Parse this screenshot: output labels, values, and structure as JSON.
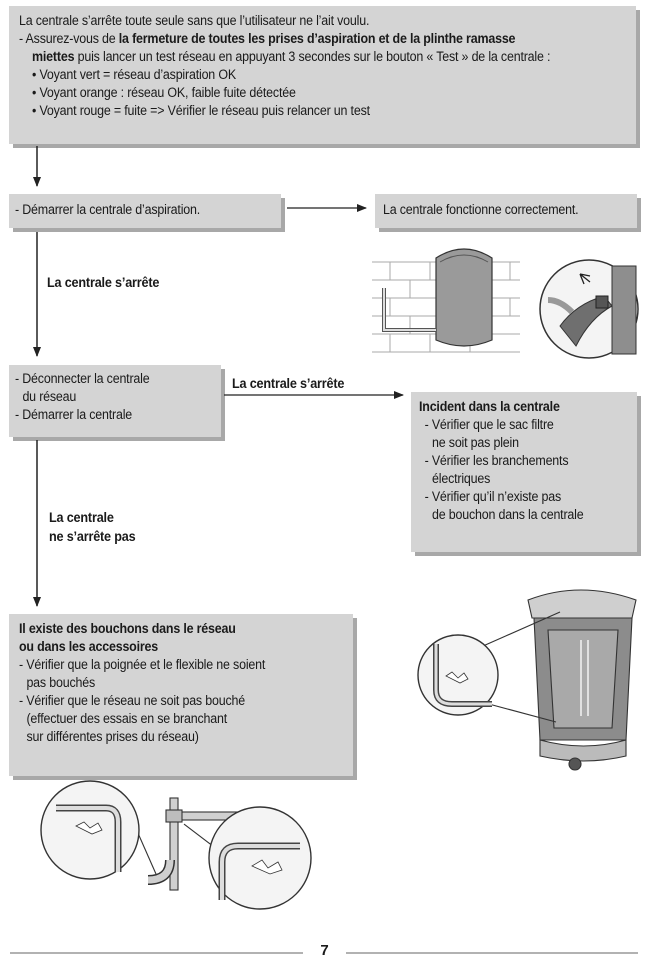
{
  "top_box": {
    "line1": "La centrale s’arrête toute seule sans que l’utilisateur ne l’ait voulu.",
    "line2_a": "- Assurez-vous de ",
    "line2_b": "la fermeture de toutes les prises d’aspiration et de la plinthe ramasse",
    "line3_a": "miettes",
    "line3_b": " puis lancer un test réseau en appuyant 3 secondes sur le bouton « Test » de la centrale :",
    "bullets": [
      "• Voyant vert = réseau d’aspiration OK",
      "• Voyant orange : réseau OK, faible fuite détectée",
      "• Voyant rouge = fuite => Vérifier le réseau puis relancer un test"
    ]
  },
  "start_box": "- Démarrer la centrale d’aspiration.",
  "ok_box": "La centrale fonctionne correctement.",
  "label_stops_1": "La centrale s’arrête",
  "disconnect_box": [
    "- Déconnecter la centrale",
    "  du réseau",
    "- Démarrer la centrale"
  ],
  "label_stops_2": "La centrale s’arrête",
  "incident_box": {
    "title": "Incident dans la centrale",
    "lines": [
      "- Vérifier que le sac filtre",
      "  ne soit pas plein",
      "- Vérifier les branchements",
      "  électriques",
      "- Vérifier qu’il n’existe pas",
      "  de bouchon dans la centrale"
    ]
  },
  "label_not_stop": [
    "La centrale",
    "ne s’arrête pas"
  ],
  "plug_box": {
    "title": [
      "Il existe des bouchons dans le réseau",
      "ou dans les accessoires"
    ],
    "lines": [
      "- Vérifier que la poignée et le flexible ne soient",
      "  pas bouchés",
      "- Vérifier que le réseau ne soit pas bouché",
      "  (effectuer des essais en se branchant",
      "  sur différentes prises du réseau)"
    ]
  },
  "page_number": "7"
}
